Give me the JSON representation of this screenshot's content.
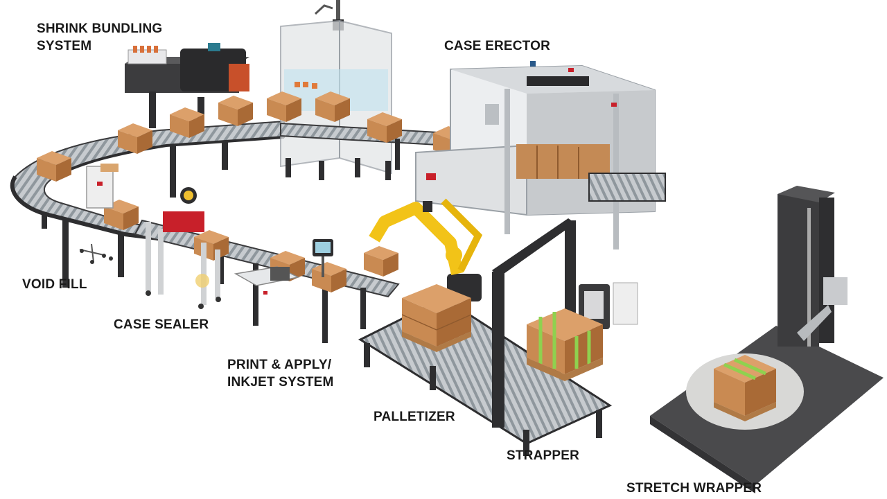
{
  "labels": {
    "shrink_bundling": [
      "SHRINK BUNDLING",
      "SYSTEM"
    ],
    "case_erector": "CASE ERECTOR",
    "void_fill": "VOID FILL",
    "case_sealer": "CASE SEALER",
    "print_apply": [
      "PRINT & APPLY/",
      "INKJET SYSTEM"
    ],
    "palletizer": "PALLETIZER",
    "strapper": "STRAPPER",
    "stretch_wrapper": "STRETCH WRAPPER"
  },
  "colors": {
    "carton": "#c98a52",
    "carton_top": "#dca06a",
    "conveyor": "#8f979d",
    "frame": "#2e2e30",
    "robot": "#f2c318",
    "accent_red": "#c8202a",
    "strap": "#8fd14f",
    "wrapper_base": "#4a4a4c",
    "guard": "#e4e6e8"
  },
  "icons": [
    "conveyor-icon",
    "robot-arm-icon",
    "carton-icon",
    "pallet-icon"
  ]
}
